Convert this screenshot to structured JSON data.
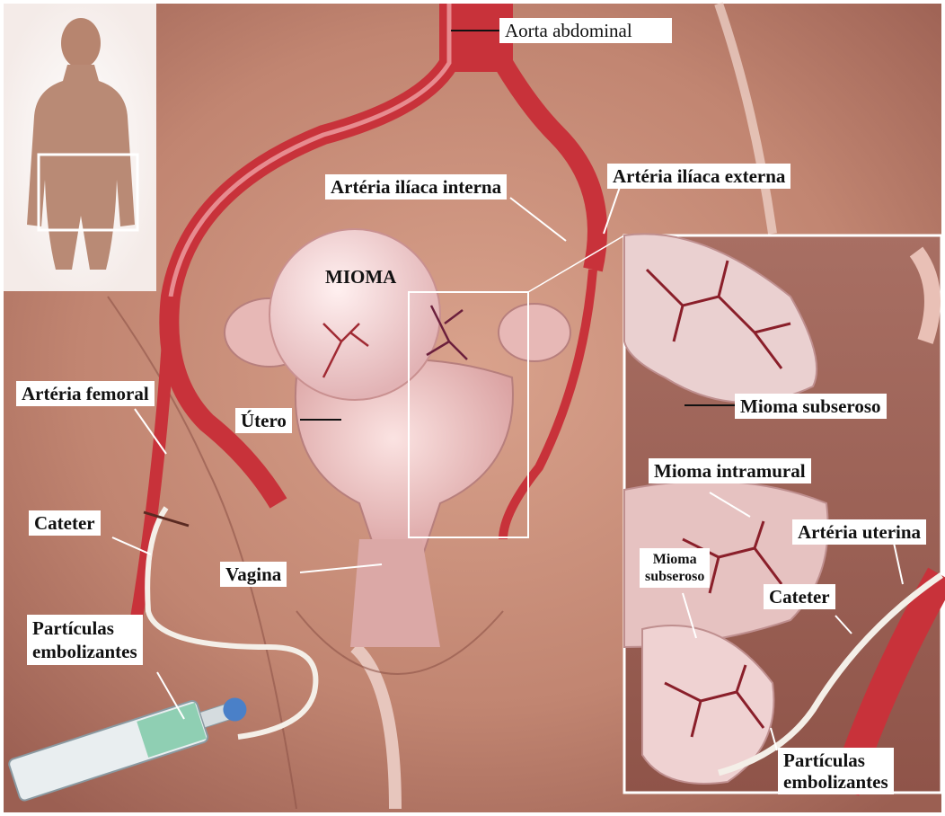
{
  "labels": {
    "aorta": "Aorta abdominal",
    "iliaca_interna": "Artéria ilíaca interna",
    "iliaca_externa": "Artéria ilíaca externa",
    "mioma": "MIOMA",
    "femoral": "Artéria femoral",
    "utero": "Útero",
    "cateter_left": "Cateter",
    "vagina": "Vagina",
    "particulas_left_1": "Partículas",
    "particulas_left_2": "embolizantes",
    "subseroso_right": "Mioma subseroso",
    "intramural": "Mioma intramural",
    "arteria_uterina": "Artéria uterina",
    "subseroso_small_1": "Mioma",
    "subseroso_small_2": "subseroso",
    "cateter_right": "Cateter",
    "particulas_right_1": "Partículas",
    "particulas_right_2": "embolizantes"
  },
  "colors": {
    "skin_background": "#c9907a",
    "artery": "#c8323a",
    "uterus": "#f0c6c4",
    "vessel_dark": "#8a1f2a",
    "catheter": "#f4efe8",
    "inset_frame": "#ffffff"
  }
}
